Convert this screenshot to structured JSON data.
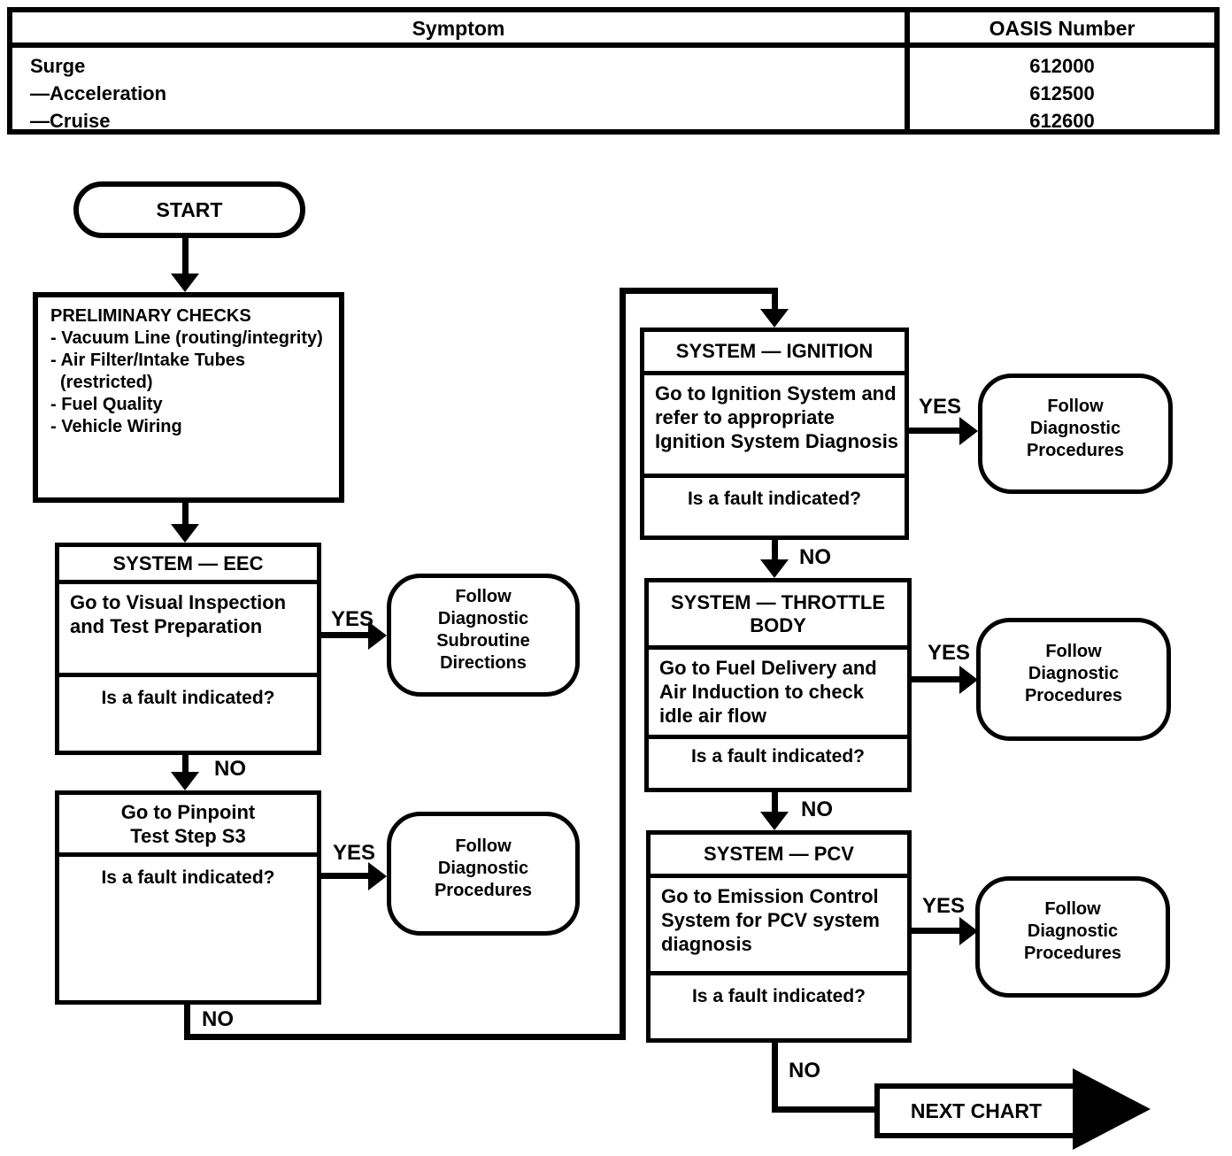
{
  "table": {
    "col1_header": "Symptom",
    "col2_header": "OASIS Number",
    "rows": [
      {
        "symptom": "Surge",
        "oasis": "612000"
      },
      {
        "symptom": "—Acceleration",
        "oasis": "612500"
      },
      {
        "symptom": "—Cruise",
        "oasis": "612600"
      }
    ]
  },
  "labels": {
    "yes": "YES",
    "no": "NO"
  },
  "nodes": {
    "start": "START",
    "preliminary": {
      "lines": [
        "PRELIMINARY CHECKS",
        "- Vacuum Line (routing/integrity)",
        "- Air Filter/Intake Tubes",
        "(restricted)",
        "- Fuel Quality",
        "- Vehicle Wiring"
      ]
    },
    "eec": {
      "header": "SYSTEM — EEC",
      "body_lines": [
        "Go to Visual Inspection",
        "and Test Preparation"
      ],
      "question": "Is a fault indicated?"
    },
    "pinpoint": {
      "title_lines": [
        "Go to Pinpoint",
        "Test Step S3"
      ],
      "question": "Is a fault indicated?"
    },
    "ignition": {
      "header": "SYSTEM — IGNITION",
      "body_lines": [
        "Go to Ignition System and",
        "refer to appropriate",
        "Ignition System Diagnosis"
      ],
      "question": "Is a fault indicated?"
    },
    "throttle": {
      "header_lines": [
        "SYSTEM — THROTTLE",
        "BODY"
      ],
      "body_lines": [
        "Go to Fuel Delivery and",
        "Air Induction to check",
        "idle air flow"
      ],
      "question": "Is a fault indicated?"
    },
    "pcv": {
      "header": "SYSTEM — PCV",
      "body_lines": [
        "Go to Emission Control",
        "System for PCV system",
        "diagnosis"
      ],
      "question": "Is a fault indicated?"
    },
    "terminal_subroutine": {
      "lines": [
        "Follow",
        "Diagnostic",
        "Subroutine",
        "Directions"
      ]
    },
    "terminal_procedures": {
      "lines": [
        "Follow",
        "Diagnostic",
        "Procedures"
      ]
    },
    "next_chart": "NEXT CHART"
  }
}
